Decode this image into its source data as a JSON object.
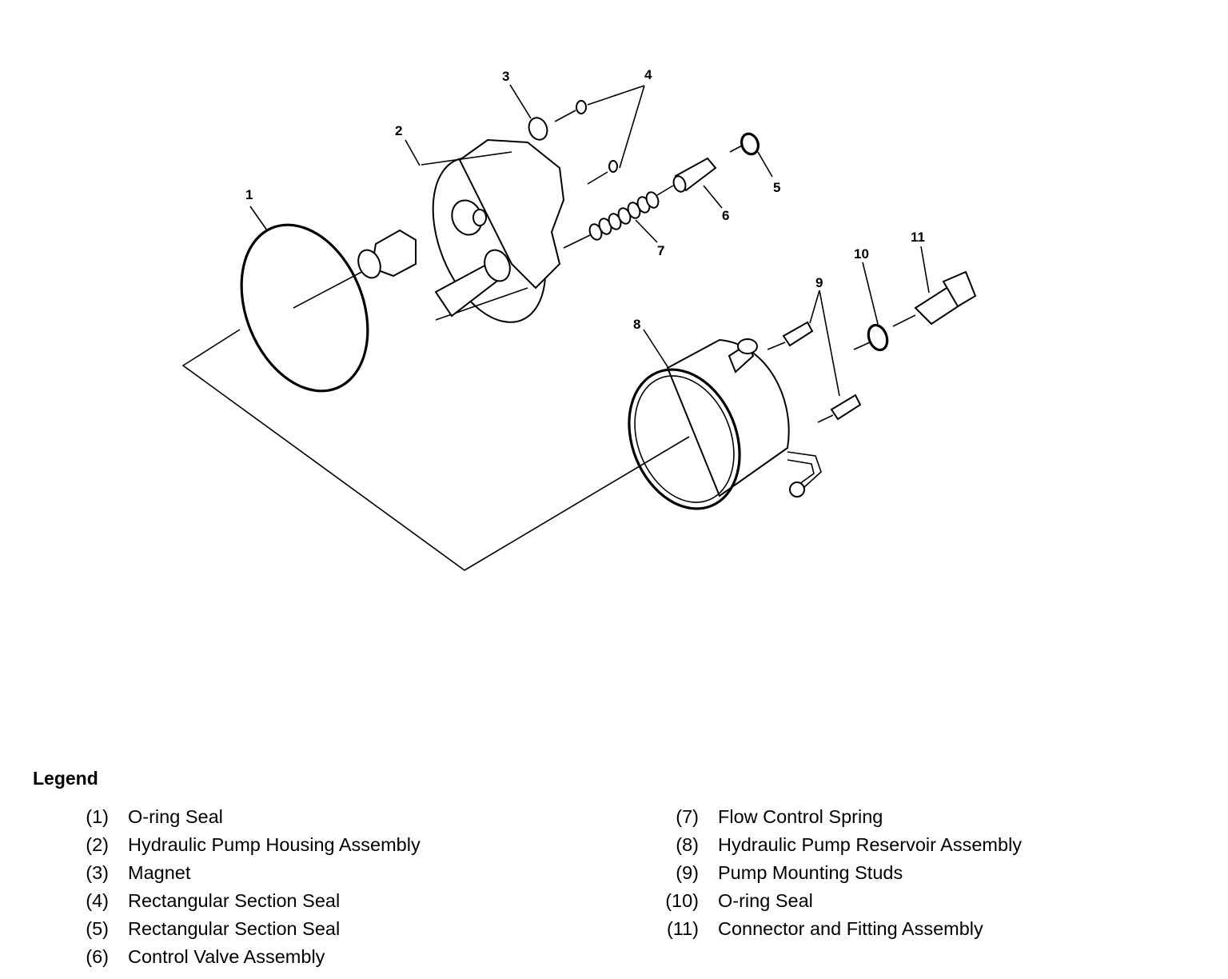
{
  "callouts": [
    "1",
    "2",
    "3",
    "4",
    "5",
    "6",
    "7",
    "8",
    "9",
    "10",
    "11"
  ],
  "legend": {
    "title": "Legend",
    "left_items": [
      {
        "num": "(1)",
        "text": "O-ring Seal"
      },
      {
        "num": "(2)",
        "text": "Hydraulic Pump Housing Assembly"
      },
      {
        "num": "(3)",
        "text": "Magnet"
      },
      {
        "num": "(4)",
        "text": "Rectangular Section Seal"
      },
      {
        "num": "(5)",
        "text": "Rectangular Section Seal"
      },
      {
        "num": "(6)",
        "text": "Control Valve Assembly"
      }
    ],
    "right_items": [
      {
        "num": "(7)",
        "text": "Flow Control Spring"
      },
      {
        "num": "(8)",
        "text": "Hydraulic Pump Reservoir Assembly"
      },
      {
        "num": "(9)",
        "text": "Pump Mounting Studs"
      },
      {
        "num": "(10)",
        "text": "O-ring Seal"
      },
      {
        "num": "(11)",
        "text": "Connector and Fitting Assembly"
      }
    ]
  }
}
